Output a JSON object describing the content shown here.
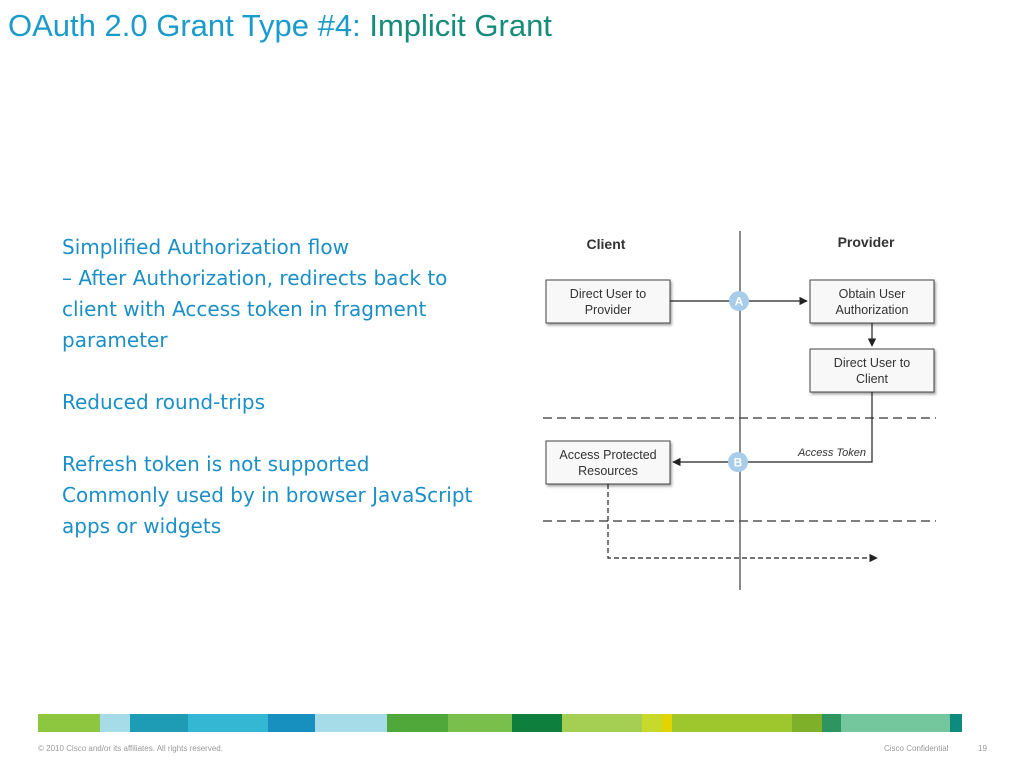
{
  "slide": {
    "title_prefix": "OAuth 2.0 Grant Type #4: ",
    "title_accent": "Implicit Grant",
    "body": {
      "line1": "Simplified Authorization flow",
      "line2": "– After Authorization, redirects back to",
      "line3": "client with Access token in fragment",
      "line4": "parameter",
      "line5": "Reduced round-trips",
      "line6": "Refresh token is not supported",
      "line7": "Commonly used by in browser JavaScript",
      "line8": "apps or widgets"
    }
  },
  "diagram": {
    "client_heading": "Client",
    "provider_heading": "Provider",
    "boxes": {
      "direct_user_to_provider": [
        "Direct User to",
        "Provider"
      ],
      "obtain_user_authorization": [
        "Obtain User",
        "Authorization"
      ],
      "direct_user_to_client": [
        "Direct User to",
        "Client"
      ],
      "access_protected_resources": [
        "Access Protected",
        "Resources"
      ]
    },
    "markers": {
      "a": "A",
      "b": "B"
    },
    "access_token_label": "Access Token"
  },
  "footer": {
    "copyright": "© 2010 Cisco and/or its affiliates. All rights reserved.",
    "confidential": "Cisco Confidential",
    "page_number": "19"
  },
  "colors": {
    "title_blue": "#1a9bc9",
    "title_teal": "#168c7a",
    "body_blue": "#1b8fc6",
    "marker_blue": "#a7cdea",
    "bar": [
      "#8dc63f",
      "#a6dbe8",
      "#1e9bb5",
      "#34b7d3",
      "#1790bf",
      "#a6dbe8",
      "#50a83a",
      "#78c04b",
      "#0e7f3c",
      "#a4cf52",
      "#c7d92a",
      "#e3d400",
      "#9ec62d",
      "#7fb02a",
      "#2e9460",
      "#74c69d",
      "#0f8a7e"
    ]
  }
}
